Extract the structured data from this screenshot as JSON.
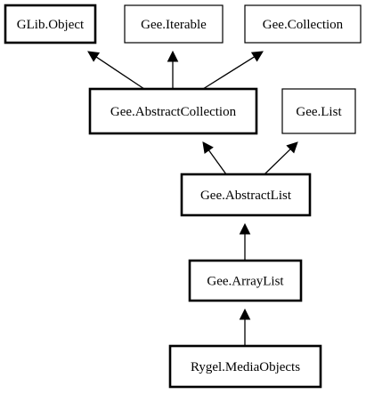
{
  "diagram": {
    "nodes": {
      "glib_object": {
        "label": "GLib.Object",
        "emphasis": "bold"
      },
      "gee_iterable": {
        "label": "Gee.Iterable",
        "emphasis": "normal"
      },
      "gee_collection": {
        "label": "Gee.Collection",
        "emphasis": "normal"
      },
      "gee_abstract_collection": {
        "label": "Gee.AbstractCollection",
        "emphasis": "bold"
      },
      "gee_list": {
        "label": "Gee.List",
        "emphasis": "normal"
      },
      "gee_abstract_list": {
        "label": "Gee.AbstractList",
        "emphasis": "bold"
      },
      "gee_array_list": {
        "label": "Gee.ArrayList",
        "emphasis": "bold"
      },
      "rygel_media_objects": {
        "label": "Rygel.MediaObjects",
        "emphasis": "bold"
      }
    },
    "edges": [
      {
        "from": "gee_abstract_collection",
        "to": "glib_object"
      },
      {
        "from": "gee_abstract_collection",
        "to": "gee_iterable"
      },
      {
        "from": "gee_abstract_collection",
        "to": "gee_collection"
      },
      {
        "from": "gee_abstract_list",
        "to": "gee_abstract_collection"
      },
      {
        "from": "gee_abstract_list",
        "to": "gee_list"
      },
      {
        "from": "gee_array_list",
        "to": "gee_abstract_list"
      },
      {
        "from": "rygel_media_objects",
        "to": "gee_array_list"
      }
    ]
  }
}
